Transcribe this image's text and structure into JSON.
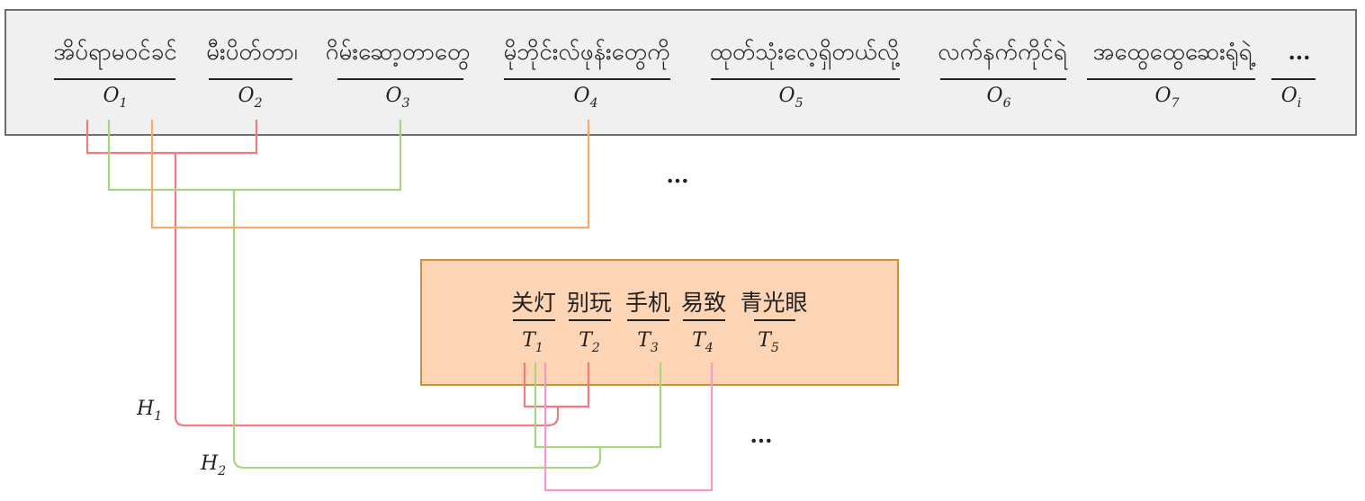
{
  "colors": {
    "source_box_fill": "#f0f0f0",
    "source_box_stroke": "#6e6e6e",
    "target_box_fill": "#fdd5b5",
    "target_box_stroke": "#c8923e",
    "link_red": "#ef7a80",
    "link_green": "#a6d77f",
    "link_orange": "#f6ab6c",
    "link_pink": "#f49ac4"
  },
  "source": {
    "tokens": [
      {
        "text": "အိပ်ရာမဝင်ခင်",
        "sym": "O",
        "sub": "1"
      },
      {
        "text": "မီးပိတ်တာ၊",
        "sym": "O",
        "sub": "2"
      },
      {
        "text": "ဂိမ်းဆော့တာတွေ",
        "sym": "O",
        "sub": "3"
      },
      {
        "text": "မိုဘိုင်းလ်ဖုန်းတွေကို",
        "sym": "O",
        "sub": "4"
      },
      {
        "text": "ထုတ်သုံးလေ့ရှိတယ်လို့",
        "sym": "O",
        "sub": "5"
      },
      {
        "text": "လက်နက်ကိုင်ရဲ",
        "sym": "O",
        "sub": "6"
      },
      {
        "text": "အထွေထွေဆေးရုံရဲ့",
        "sym": "O",
        "sub": "7"
      },
      {
        "text": "...",
        "sym": "O",
        "sub": "i"
      }
    ]
  },
  "target": {
    "tokens": [
      {
        "text": "关灯",
        "sym": "T",
        "sub": "1"
      },
      {
        "text": "别玩",
        "sym": "T",
        "sub": "2"
      },
      {
        "text": "手机",
        "sym": "T",
        "sub": "3"
      },
      {
        "text": "易致",
        "sym": "T",
        "sub": "4"
      },
      {
        "text": "青光眼",
        "sym": "T",
        "sub": "5"
      }
    ]
  },
  "hidden": [
    {
      "sym": "H",
      "sub": "1"
    },
    {
      "sym": "H",
      "sub": "2"
    }
  ],
  "ellipses": [
    "...",
    "..."
  ]
}
